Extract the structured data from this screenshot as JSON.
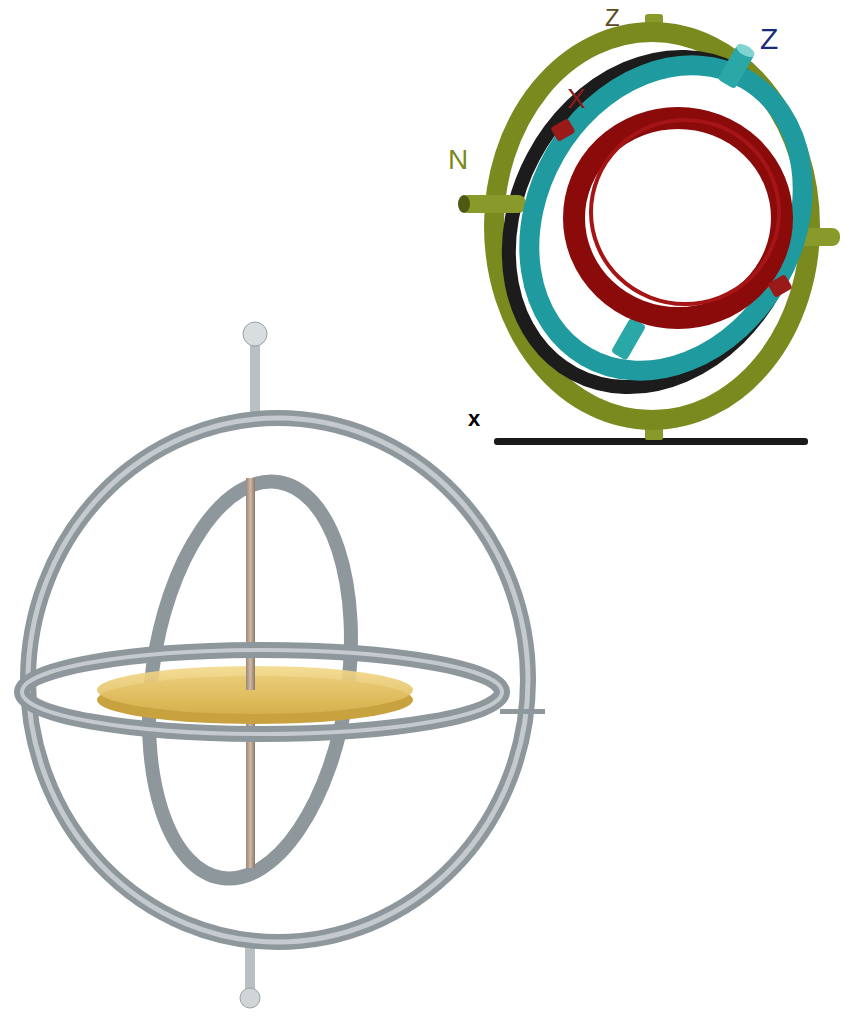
{
  "diagram": {
    "labels": [
      "Z",
      "Z",
      "X",
      "N",
      "x"
    ]
  }
}
